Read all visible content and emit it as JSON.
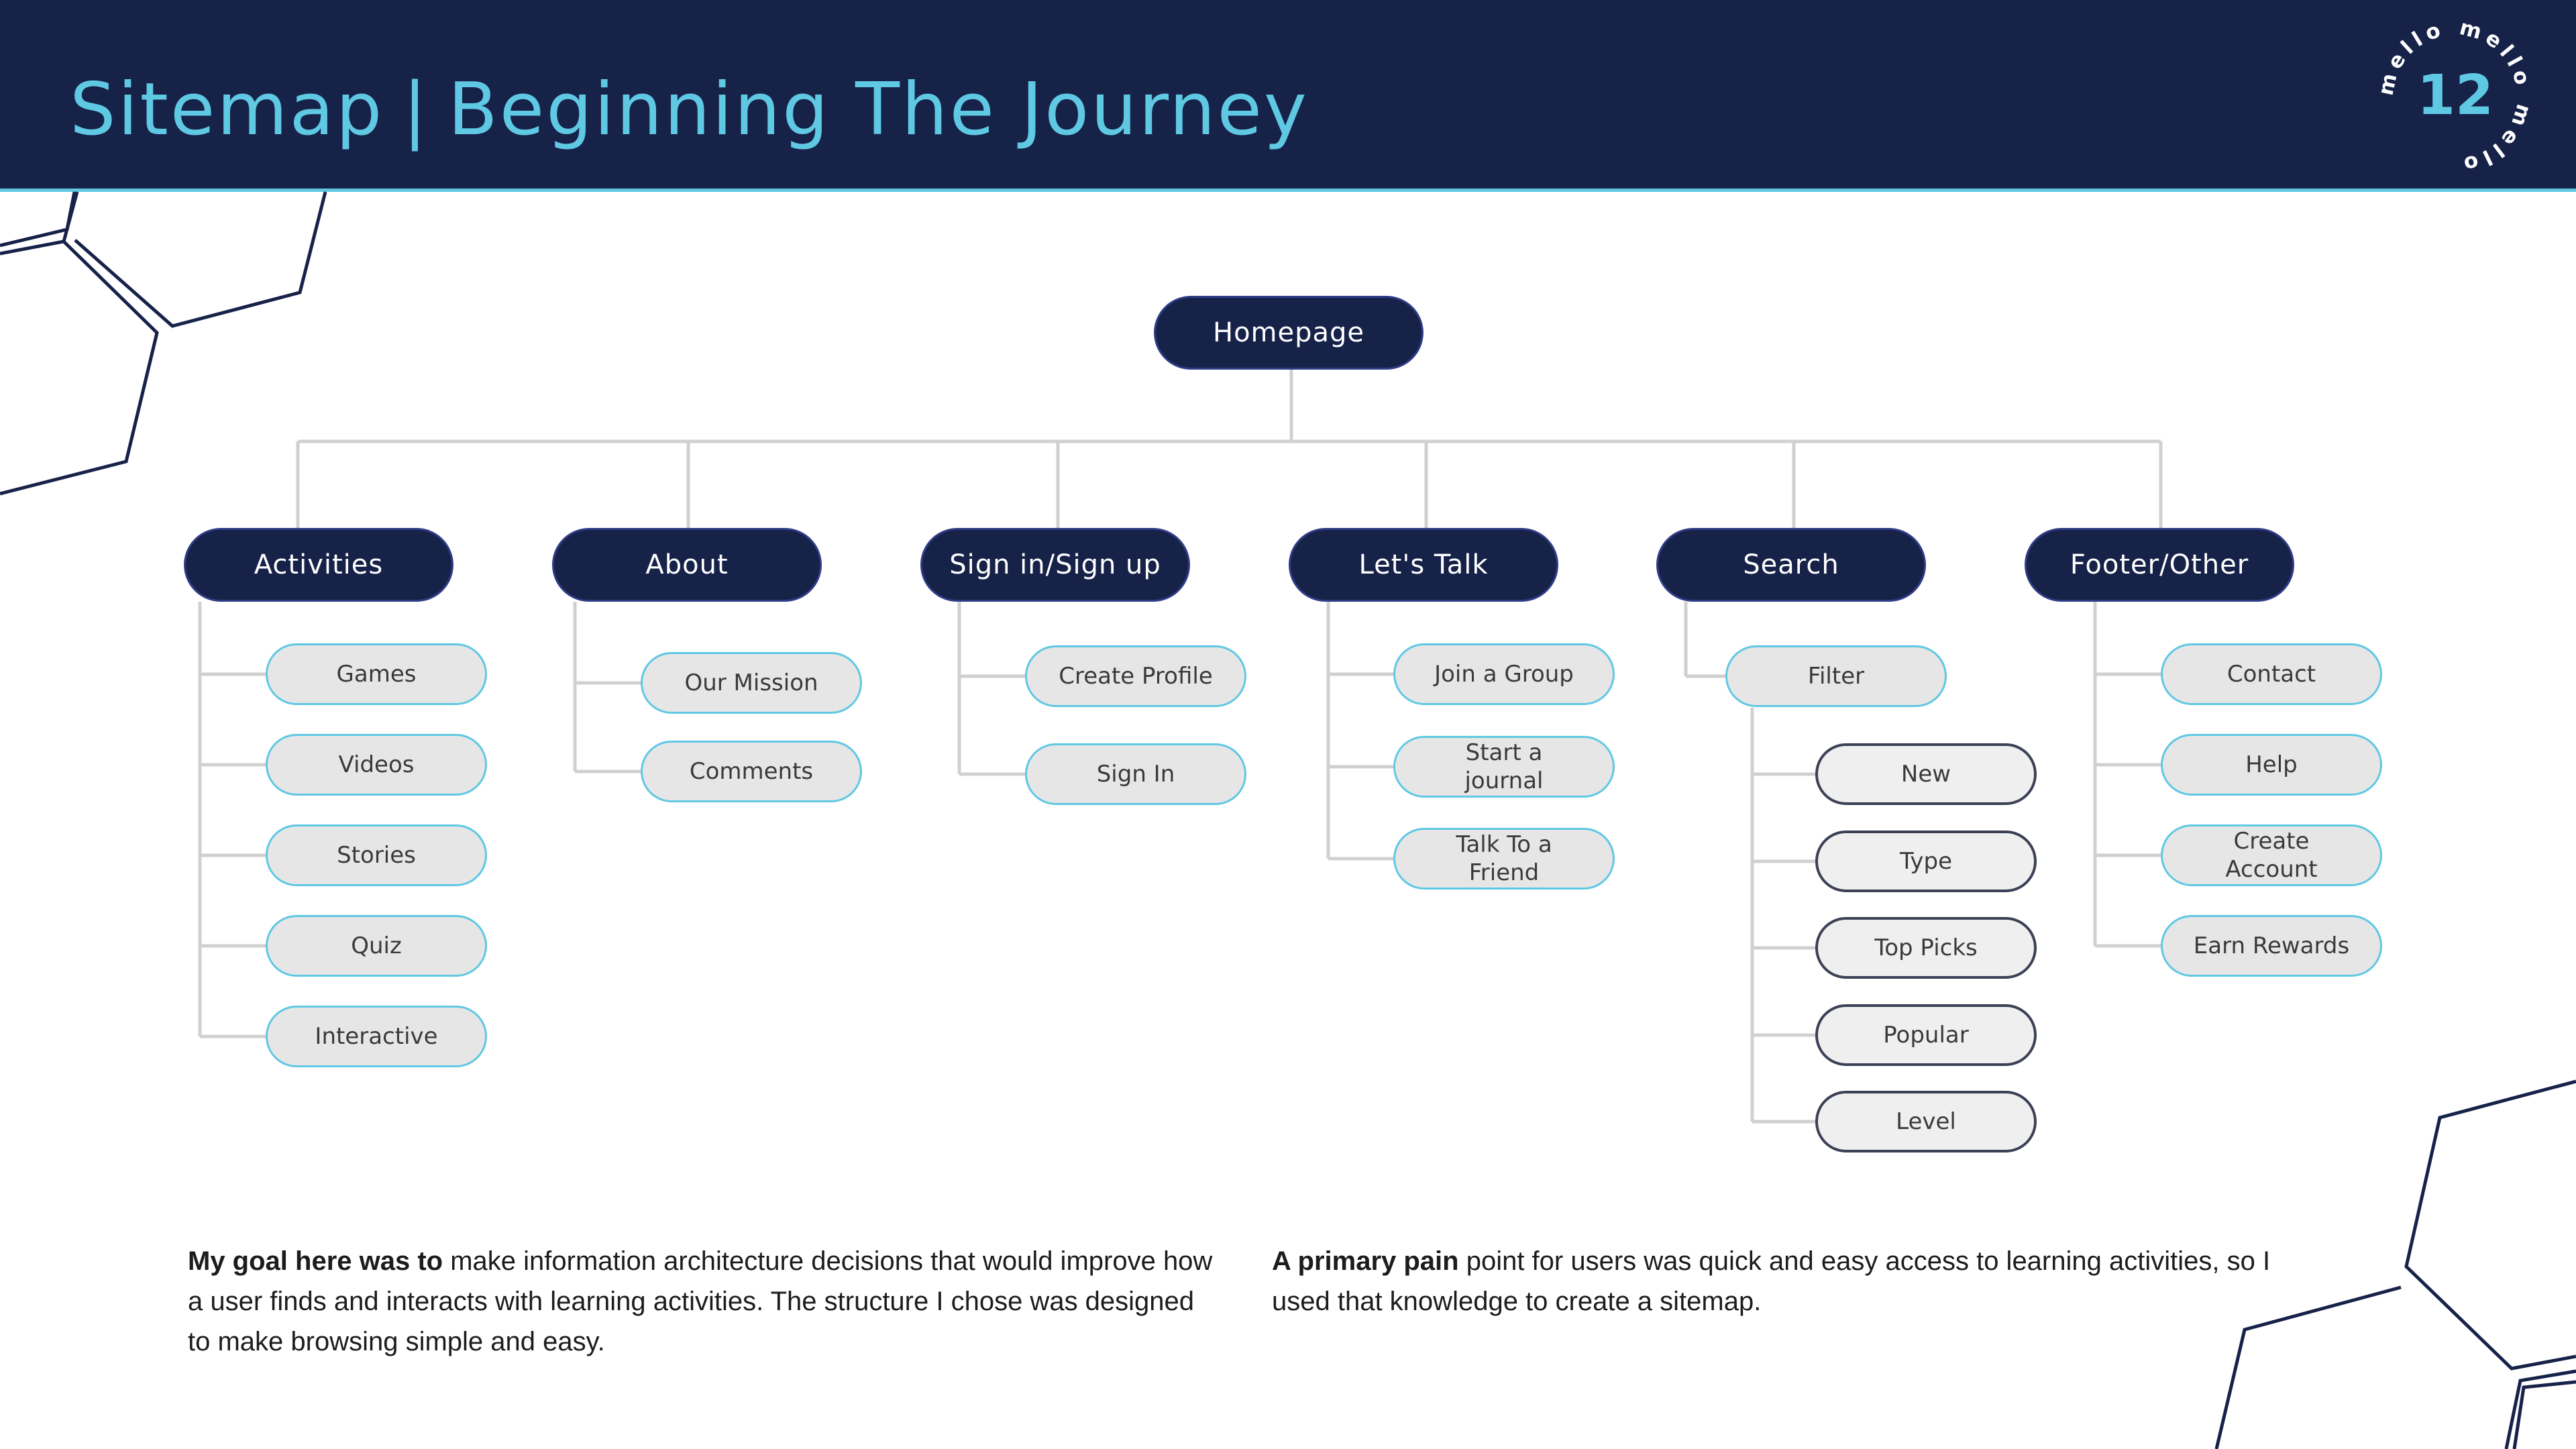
{
  "header": {
    "title_left": "Sitemap",
    "separator": "|",
    "title_right": "Beginning The Journey",
    "badge_number": "12",
    "badge_ring_text": "mello mello mello "
  },
  "colors": {
    "navy": "#172249",
    "accent": "#5fc8e3",
    "node_gray": "#e6e6e6",
    "line_gray": "#d0d0d0"
  },
  "sitemap": {
    "root": "Homepage",
    "sections": [
      {
        "label": "Activities",
        "children": [
          "Games",
          "Videos",
          "Stories",
          "Quiz",
          "Interactive"
        ]
      },
      {
        "label": "About",
        "children": [
          "Our Mission",
          "Comments"
        ]
      },
      {
        "label": "Sign in/Sign up",
        "children": [
          "Create Profile",
          "Sign In"
        ]
      },
      {
        "label": "Let's Talk",
        "children": [
          "Join a Group",
          "Start a\njournal",
          "Talk To a\nFriend"
        ]
      },
      {
        "label": "Search",
        "children": [
          "Filter"
        ],
        "filter_options": [
          "New",
          "Type",
          "Top Picks",
          "Popular",
          "Level"
        ]
      },
      {
        "label": "Footer/Other",
        "children": [
          "Contact",
          "Help",
          "Create\nAccount",
          "Earn Rewards"
        ]
      }
    ]
  },
  "text": {
    "left_bold": "My  goal here was to",
    "left_rest": " make information architecture decisions that would improve how a user finds and interacts with learning activities. The structure I chose was designed to make browsing simple and easy.",
    "right_bold": "A primary pain",
    "right_rest": " point for users was quick and easy access to learning activities, so I used that knowledge to create a sitemap."
  }
}
